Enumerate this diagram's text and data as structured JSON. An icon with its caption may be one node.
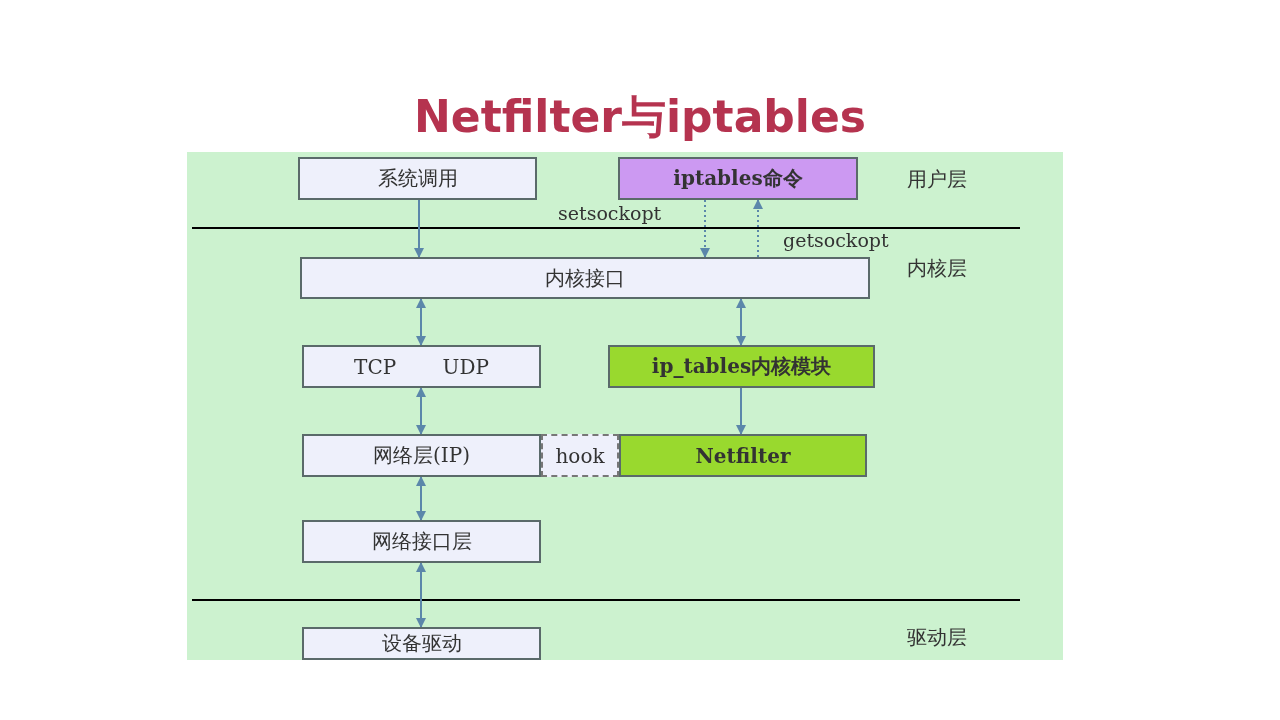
{
  "diagram": {
    "title": "Netfilter与iptables",
    "nodes": [
      {
        "text": [
          "系统调用"
        ]
      },
      {
        "text": [
          "iptables命令"
        ]
      },
      {
        "text": [
          "内核接口"
        ]
      },
      {
        "text": [
          "TCP UDP"
        ]
      },
      {
        "text": [
          "ip_tables内核模块"
        ]
      },
      {
        "text": [
          "网络层(IP)"
        ]
      },
      {
        "text": [
          "hook"
        ]
      },
      {
        "text": [
          "Netfilter"
        ]
      },
      {
        "text": [
          "网络接口层"
        ]
      },
      {
        "text": [
          "设备驱动"
        ]
      }
    ],
    "edges": [
      {
        "from": 0,
        "to": 2,
        "arrow": "to"
      },
      {
        "from": 1,
        "to": 2,
        "arrow": "to",
        "style": "dashed",
        "label": "setsockopt"
      },
      {
        "from": 2,
        "to": 1,
        "arrow": "to",
        "style": "dashed",
        "label": "getsockopt"
      },
      {
        "from": 2,
        "to": 3,
        "arrow": "both"
      },
      {
        "from": 2,
        "to": 4,
        "arrow": "both"
      },
      {
        "from": 3,
        "to": 5,
        "arrow": "both"
      },
      {
        "from": 4,
        "to": 7,
        "arrow": "to"
      },
      {
        "from": 5,
        "to": 8,
        "arrow": "both"
      },
      {
        "from": 8,
        "to": 9,
        "arrow": "both"
      }
    ],
    "labels": [
      "用户层",
      "内核层",
      "驱动层"
    ]
  }
}
